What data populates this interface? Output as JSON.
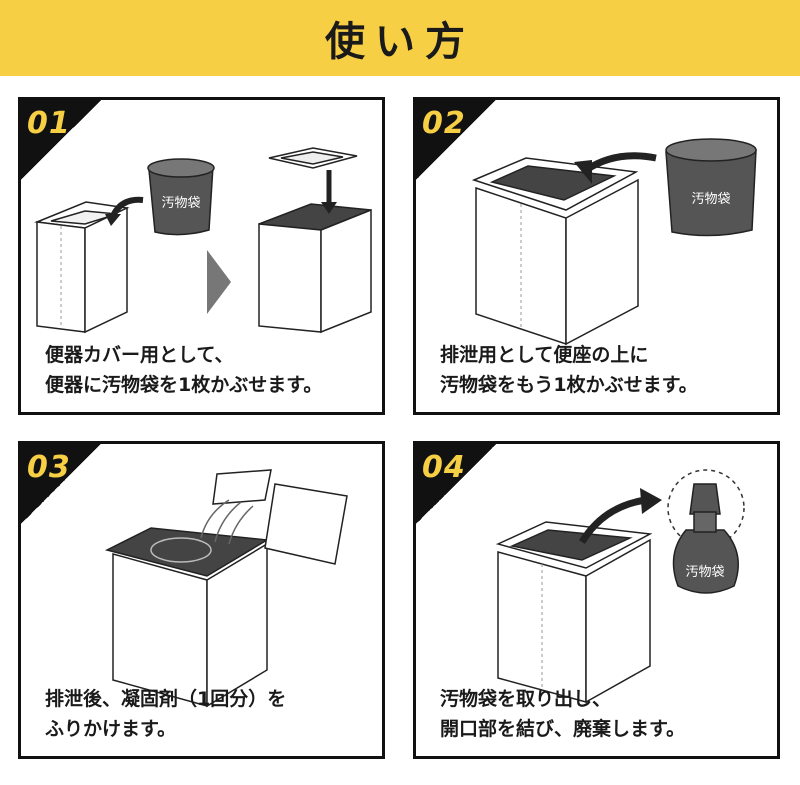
{
  "header": {
    "title": "使い方"
  },
  "steps": [
    {
      "number": "01",
      "bag_label": "汚物袋",
      "caption": [
        "便器カバー用として、",
        "便器に汚物袋を1枚かぶせます。"
      ]
    },
    {
      "number": "02",
      "bag_label": "汚物袋",
      "caption": [
        "排泄用として便座の上に",
        "汚物袋をもう1枚かぶせます。"
      ]
    },
    {
      "number": "03",
      "caption": [
        "排泄後、凝固剤（1回分）を",
        "ふりかけます。"
      ]
    },
    {
      "number": "04",
      "bag_label": "汚物袋",
      "caption": [
        "汚物袋を取り出し、",
        "開口部を結び、廃棄します。"
      ]
    }
  ],
  "colors": {
    "accent": "#f7cf45",
    "ink": "#111111",
    "bag": "#555555"
  }
}
